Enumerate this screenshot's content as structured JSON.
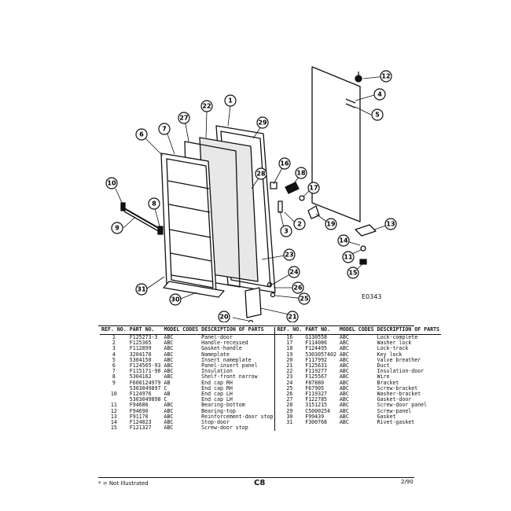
{
  "diagram": {
    "code": "E0343",
    "callouts": [
      "1",
      "2",
      "3",
      "4",
      "5",
      "6",
      "7",
      "8",
      "9",
      "10",
      "11",
      "12",
      "13",
      "14",
      "15",
      "16",
      "17",
      "18",
      "19",
      "20",
      "21",
      "22",
      "23",
      "24",
      "25",
      "26",
      "27",
      "28",
      "29",
      "30",
      "31"
    ]
  },
  "table": {
    "headers": {
      "ref": "REF. NO.",
      "part": "PART NO.",
      "model": "MODEL CODES",
      "desc": "DESCRIPTION OF PARTS"
    },
    "left_rows": [
      {
        "ref": "1",
        "part": "F125273-3",
        "model": "ABC",
        "desc": "Panel-door"
      },
      {
        "ref": "2",
        "part": "F125365",
        "model": "ABC",
        "desc": "Handle-recessed"
      },
      {
        "ref": "3",
        "part": "F112899",
        "model": "ABC",
        "desc": "Gasket-handle"
      },
      {
        "ref": "4",
        "part": "3204178",
        "model": "ABC",
        "desc": "Nameplate"
      },
      {
        "ref": "5",
        "part": "5304150",
        "model": "ABC",
        "desc": "Insert nameplate"
      },
      {
        "ref": "6",
        "part": "F124565-93",
        "model": "ABC",
        "desc": "Panel-insert panel"
      },
      {
        "ref": "7",
        "part": "F115171-90",
        "model": "ABC",
        "desc": "Insulation"
      },
      {
        "ref": "8",
        "part": "5304162",
        "model": "ABC",
        "desc": "Shelf-front narrow"
      },
      {
        "ref": "9",
        "part": "F600124979",
        "model": "AB",
        "desc": "End cap RH"
      },
      {
        "ref": "",
        "part": "5303049897",
        "model": "C",
        "desc": "End cap RH"
      },
      {
        "ref": "10",
        "part": "F124976",
        "model": "AB",
        "desc": "End cap LH"
      },
      {
        "ref": "",
        "part": "5303049898",
        "model": "C",
        "desc": "End cap LH"
      },
      {
        "ref": "11",
        "part": "F94686",
        "model": "ABC",
        "desc": "Bearing-bottom"
      },
      {
        "ref": "12",
        "part": "F94690",
        "model": "ABC",
        "desc": "Bearing-top"
      },
      {
        "ref": "13",
        "part": "F91170",
        "model": "ABC",
        "desc": "Reinforcement-door stop"
      },
      {
        "ref": "14",
        "part": "F124823",
        "model": "ABC",
        "desc": "Stop-door"
      },
      {
        "ref": "15",
        "part": "F121327",
        "model": "ABC",
        "desc": "Screw-door stop"
      }
    ],
    "right_rows": [
      {
        "ref": "16",
        "part": "G130558",
        "model": "ABC",
        "desc": "Lock-complete"
      },
      {
        "ref": "17",
        "part": "F114086",
        "model": "ABC",
        "desc": "Washer lock"
      },
      {
        "ref": "18",
        "part": "F124495",
        "model": "ABC",
        "desc": "Lock-track"
      },
      {
        "ref": "19",
        "part": "5303057402",
        "model": "ABC",
        "desc": "Key lock"
      },
      {
        "ref": "20",
        "part": "F117992",
        "model": "ABC",
        "desc": "Valve breather"
      },
      {
        "ref": "21",
        "part": "F125631",
        "model": "ABC",
        "desc": "Duct"
      },
      {
        "ref": "22",
        "part": "F119277",
        "model": "ABC",
        "desc": "Insulation-door"
      },
      {
        "ref": "23",
        "part": "F125567",
        "model": "ABC",
        "desc": "Wire"
      },
      {
        "ref": "24",
        "part": "F87880",
        "model": "ABC",
        "desc": "Bracket"
      },
      {
        "ref": "25",
        "part": "F67905",
        "model": "ABC",
        "desc": "Screw-bracket"
      },
      {
        "ref": "26",
        "part": "F119327",
        "model": "ABC",
        "desc": "Washer-bracket"
      },
      {
        "ref": "27",
        "part": "F122785",
        "model": "ABC",
        "desc": "Gasket-door"
      },
      {
        "ref": "28",
        "part": "3151215",
        "model": "ABC",
        "desc": "Screw-door panel"
      },
      {
        "ref": "29",
        "part": "C5000254",
        "model": "ABC",
        "desc": "Screw-panel"
      },
      {
        "ref": "30",
        "part": "F99439",
        "model": "ABC",
        "desc": "Gasket"
      },
      {
        "ref": "31",
        "part": "F300768",
        "model": "ABC",
        "desc": "Rivet-gasket"
      },
      {
        "ref": "",
        "part": "",
        "model": "",
        "desc": ""
      }
    ]
  },
  "footer": {
    "note": "* = Not Illustrated",
    "page_code": "C8",
    "page_num": "2/90"
  }
}
